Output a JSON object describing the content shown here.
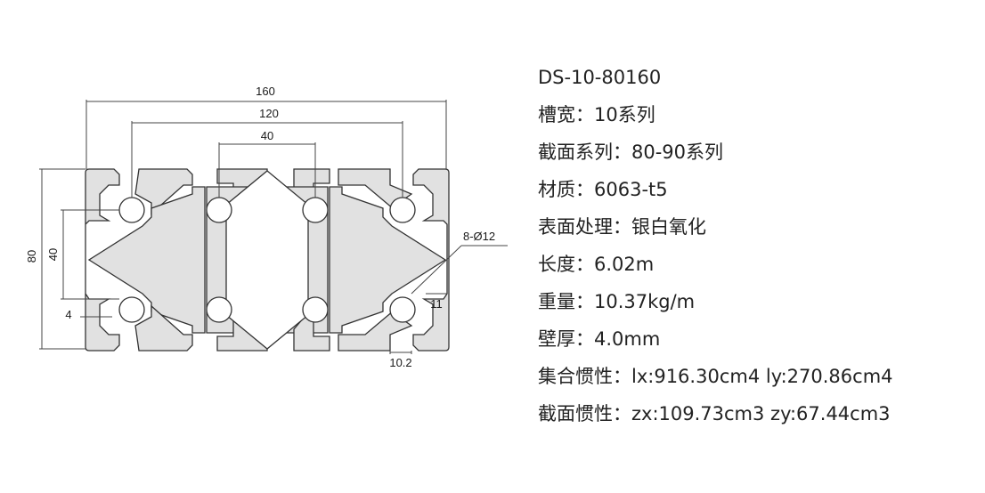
{
  "diagram": {
    "dimensions": {
      "overall_width": "160",
      "inner_width": "120",
      "center_gap": "40",
      "overall_height": "80",
      "inner_height": "40",
      "hole_callout": "8-Ø12",
      "wall": "4",
      "edge_offset": "11",
      "slot_width": "10.2"
    },
    "colors": {
      "profile_fill": "#e1e1e1",
      "line": "#333333"
    }
  },
  "specs": {
    "model": "DS-10-80160",
    "slot_width": "槽宽：10系列",
    "series": "截面系列：80-90系列",
    "material": "材质：6063-t5",
    "surface": "表面处理：银白氧化",
    "length": "长度：6.02m",
    "weight": "重量：10.37kg/m",
    "wall": "壁厚：4.0mm",
    "moment_inertia": "集合惯性：lx:916.30cm4 ly:270.86cm4",
    "section_inertia": "截面惯性：zx:109.73cm3 zy:67.44cm3"
  }
}
